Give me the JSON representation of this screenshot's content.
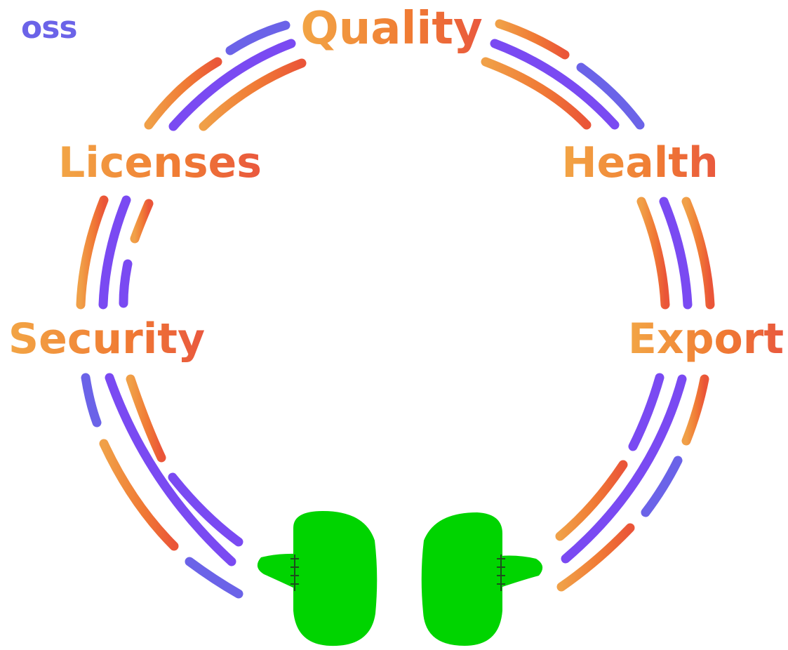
{
  "logo": {
    "text": "oss"
  },
  "labels": {
    "quality": "Quality",
    "licenses": "Licenses",
    "health": "Health",
    "security": "Security",
    "export": "Export"
  },
  "colors": {
    "purple": "#7a4af2",
    "blue_purple": "#6b63e8",
    "orange": "#f08a2e",
    "red_orange": "#ee5a34",
    "green": "#00d400"
  }
}
